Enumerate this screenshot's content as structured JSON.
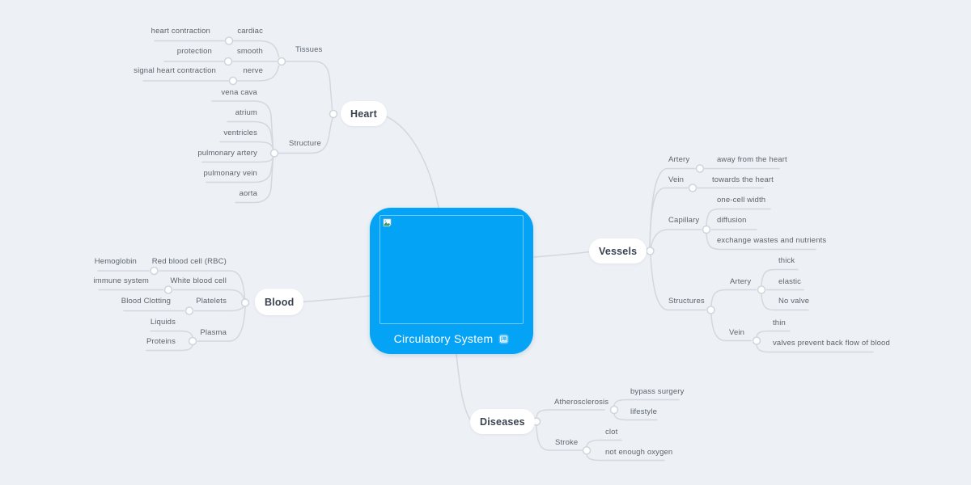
{
  "colors": {
    "root_fill": "#04a3f6",
    "canvas_bg": "#edf1f6",
    "connector": "#d3d8de"
  },
  "root": {
    "title": "Circulatory System",
    "title_icon": "image-icon",
    "placeholder_icon": "broken-image-icon"
  },
  "branches": {
    "heart": {
      "label": "Heart",
      "tissues": {
        "label": "Tissues",
        "cardiac": {
          "label": "cardiac",
          "child": "heart contraction"
        },
        "smooth": {
          "label": "smooth",
          "child": "protection"
        },
        "nerve": {
          "label": "nerve",
          "child": "signal heart contraction"
        }
      },
      "structure": {
        "label": "Structure",
        "items": [
          "vena cava",
          "atrium",
          "ventricles",
          "pulmonary artery",
          "pulmonary vein",
          "aorta"
        ]
      }
    },
    "vessels": {
      "label": "Vessels",
      "artery": {
        "label": "Artery",
        "child": "away from the heart"
      },
      "vein": {
        "label": "Vein",
        "child": "towards the heart"
      },
      "capillary": {
        "label": "Capillary",
        "items": [
          "one-cell width",
          "diffusion",
          "exchange wastes and nutrients"
        ]
      },
      "structures": {
        "label": "Structures",
        "artery": {
          "label": "Artery",
          "items": [
            "thick",
            "elastic",
            "No valve"
          ]
        },
        "vein": {
          "label": "Vein",
          "items": [
            "thin",
            "valves prevent back flow of blood"
          ]
        }
      }
    },
    "blood": {
      "label": "Blood",
      "red_blood_cell": {
        "label": "Red blood cell (RBC)",
        "child": "Hemoglobin"
      },
      "white_blood_cell": {
        "label": "White blood cell",
        "child": "immune system"
      },
      "platelets": {
        "label": "Platelets",
        "child": "Blood Clotting"
      },
      "plasma": {
        "label": "Plasma",
        "items": [
          "Liquids",
          "Proteins"
        ]
      }
    },
    "diseases": {
      "label": "Diseases",
      "atherosclerosis": {
        "label": "Atherosclerosis",
        "items": [
          "bypass surgery",
          "lifestyle"
        ]
      },
      "stroke": {
        "label": "Stroke",
        "items": [
          "clot",
          "not enough oxygen"
        ]
      }
    }
  }
}
